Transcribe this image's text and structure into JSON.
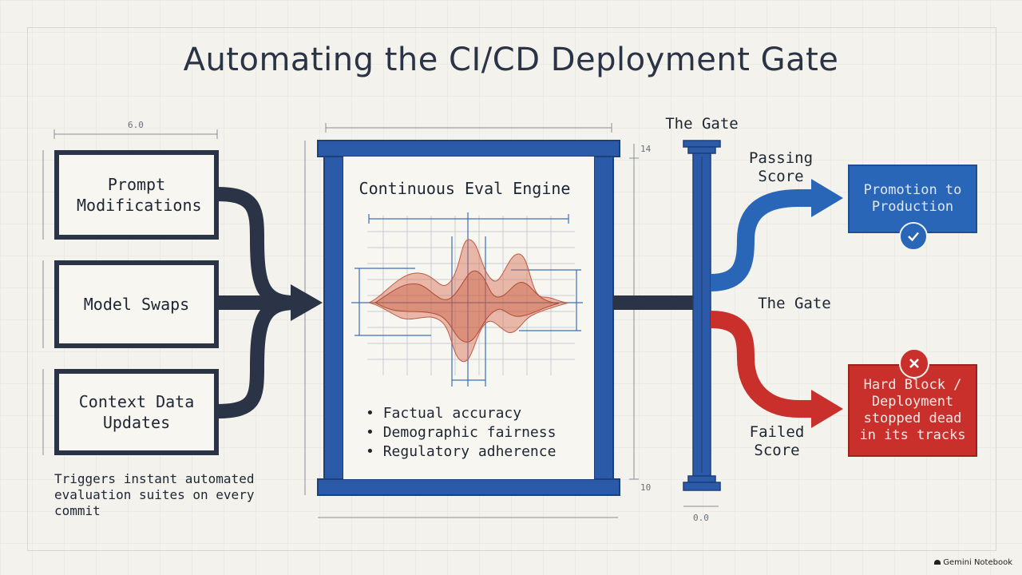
{
  "title": "Automating the CI/CD Deployment Gate",
  "inputs": [
    {
      "label": "Prompt Modifications"
    },
    {
      "label": "Model Swaps"
    },
    {
      "label": "Context Data Updates"
    }
  ],
  "inputs_note": "Triggers instant automated evaluation suites on every commit",
  "engine": {
    "title": "Continuous Eval Engine",
    "bullets": [
      "Factual accuracy",
      "Demographic fairness",
      "Regulatory adherence"
    ]
  },
  "gate": {
    "label_top": "The Gate",
    "label_mid": "The Gate"
  },
  "pass": {
    "label": "Passing Score",
    "outcome": "Promotion to Production"
  },
  "fail": {
    "label": "Failed Score",
    "outcome": "Hard Block / Deployment stopped dead in its tracks"
  },
  "dimensions": {
    "inputs_width": "6.0",
    "engine_top": "14",
    "engine_bottom": "10",
    "gate_width": "0.0"
  },
  "footer": "Gemini Notebook",
  "colors": {
    "navy": "#2a3446",
    "blue": "#2a66b8",
    "red": "#c9302c",
    "wave": "#d46a4e"
  }
}
